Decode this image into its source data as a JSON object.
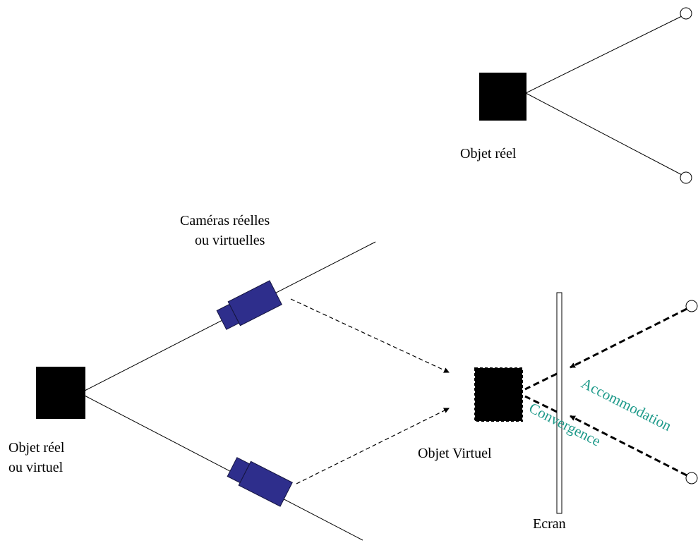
{
  "colors": {
    "line": "#000000",
    "camera": "#2e2e8c",
    "camera_edge": "#15153f",
    "annotation": "#1e9a8a",
    "screen_fill": "#ffffff"
  },
  "top_scene": {
    "object_label": "Objet réel"
  },
  "bottom_scene": {
    "cameras_label": [
      "Caméras réelles",
      "ou virtuelles"
    ],
    "object_label": [
      "Objet réel",
      "ou virtuel"
    ],
    "virtual_object_label": "Objet Virtuel",
    "screen_label": "Ecran",
    "accommodation_label": "Accommodation",
    "convergence_label": "Convergence"
  },
  "icons": {
    "eye": "eye-circle-icon",
    "camera": "camera-icon"
  }
}
